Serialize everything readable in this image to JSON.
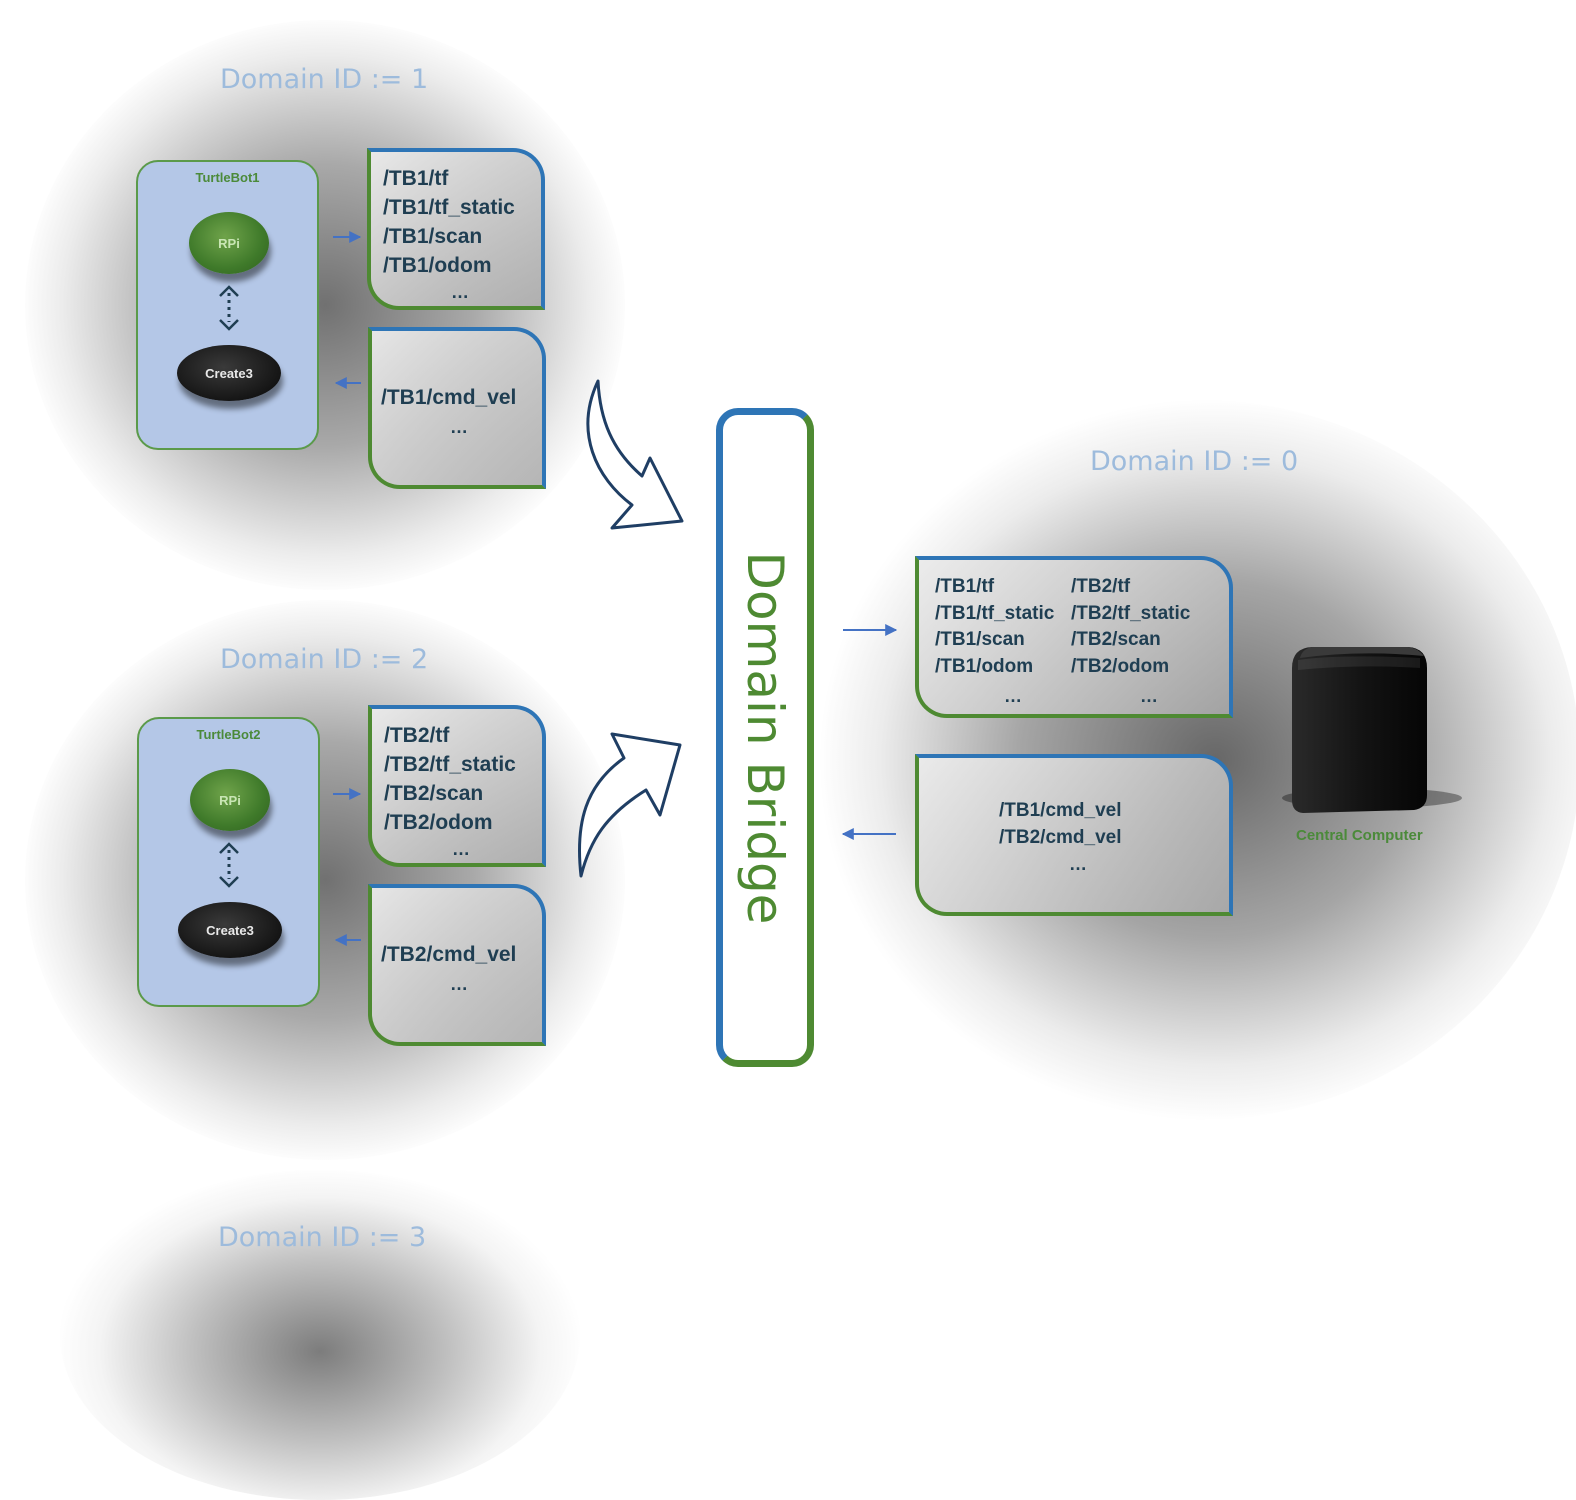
{
  "domains": {
    "d1": "Domain ID := 1",
    "d2": "Domain ID := 2",
    "d3": "Domain ID := 3",
    "d0": "Domain ID := 0"
  },
  "robots": [
    {
      "title": "TurtleBot1",
      "rpi": "RPi",
      "base": "Create3",
      "publish": [
        "/TB1/tf",
        "/TB1/tf_static",
        "/TB1/scan",
        "/TB1/odom"
      ],
      "publish_more": "…",
      "subscribe": [
        "/TB1/cmd_vel"
      ],
      "subscribe_more": "…"
    },
    {
      "title": "TurtleBot2",
      "rpi": "RPi",
      "base": "Create3",
      "publish": [
        "/TB2/tf",
        "/TB2/tf_static",
        "/TB2/scan",
        "/TB2/odom"
      ],
      "publish_more": "…",
      "subscribe": [
        "/TB2/cmd_vel"
      ],
      "subscribe_more": "…"
    }
  ],
  "bridge": {
    "label": "Domain Bridge"
  },
  "central": {
    "label": "Central Computer",
    "in_col1": [
      "/TB1/tf",
      "/TB1/tf_static",
      "/TB1/scan",
      "/TB1/odom"
    ],
    "in_col2": [
      "/TB2/tf",
      "/TB2/tf_static",
      "/TB2/scan",
      "/TB2/odom"
    ],
    "in_more": "…",
    "out": [
      "/TB1/cmd_vel",
      "/TB2/cmd_vel"
    ],
    "out_more": "…"
  },
  "colors": {
    "blue": "#2e75b6",
    "green": "#4e8a32",
    "label_blue": "#9dbbdc",
    "robot_fill": "#b4c7e7"
  }
}
